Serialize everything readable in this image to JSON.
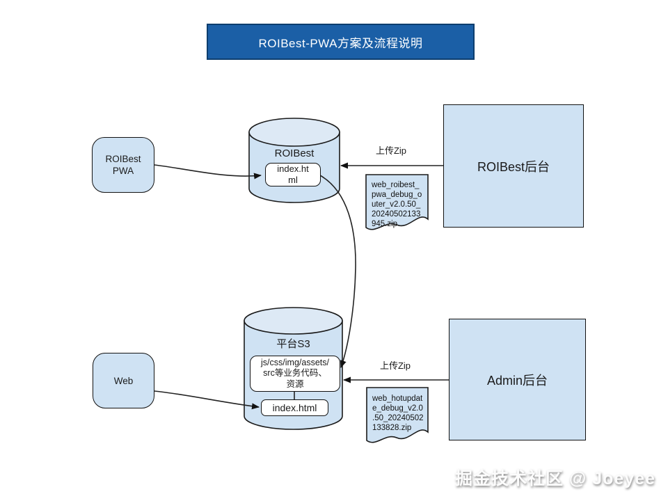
{
  "title": {
    "label": "ROIBest-PWA方案及流程说明"
  },
  "colors": {
    "title_fill": "#1b5fa6",
    "title_border": "#0d3e6e",
    "shape_fill": "#cfe2f3",
    "cylinder_top_fill": "#dde9f5",
    "stroke": "#1a1a1a"
  },
  "nodes": {
    "roibest_pwa": {
      "label": "ROIBest\nPWA"
    },
    "web": {
      "label": "Web"
    },
    "roibest_backend": {
      "label": "ROIBest后台"
    },
    "admin_backend": {
      "label": "Admin后台"
    },
    "roibest_db": {
      "label": "ROIBest",
      "index_file": "index.ht\nml"
    },
    "platform_s3": {
      "label": "平台S3",
      "assets_box": "js/css/img/assets/\nsrc等业务代码、\n资源",
      "index_file": "index.html"
    }
  },
  "edges": {
    "upload_zip_top": {
      "label": "上传Zip"
    },
    "upload_zip_bottom": {
      "label": "上传Zip"
    }
  },
  "documents": {
    "top_zip": {
      "label": "web_roibest_\npwa_debug_o\nuter_v2.0.50_\n20240502133\n945.zip"
    },
    "bottom_zip": {
      "label": "web_hotupdat\ne_debug_v2.0\n.50_20240502\n133828.zip"
    }
  },
  "watermark": {
    "label": "掘金技术社区 @ Joeyee"
  }
}
